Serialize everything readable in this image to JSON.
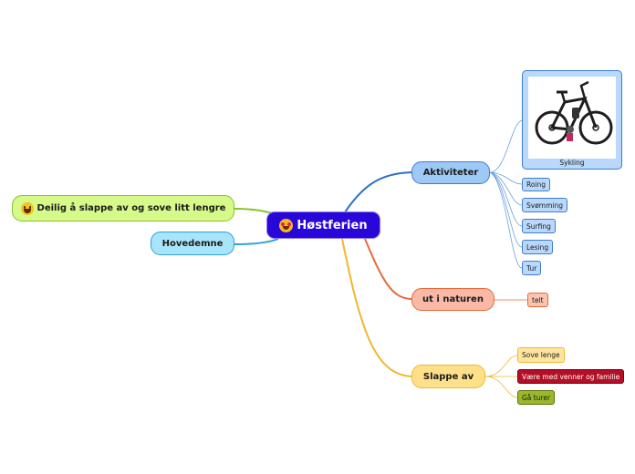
{
  "central": {
    "title": "Høstferien",
    "icon": "star-eyes-emoji-icon"
  },
  "branches": {
    "aktiviteter": {
      "label": "Aktiviteter",
      "color": "#3f7ccb",
      "image_caption": "Sykling",
      "image_icon": "bicycle-icon",
      "items": [
        "Roing",
        "Svømming",
        "Surfing",
        "Lesing",
        "Tur"
      ]
    },
    "natur": {
      "label": "ut i naturen",
      "color": "#e56a3d",
      "items": [
        "telt"
      ]
    },
    "slappe": {
      "label": "Slappe av",
      "color": "#f0b72e",
      "items": [
        "Sove lenge",
        "Være med venner og familie",
        "Gå turer"
      ]
    },
    "hovedemne": {
      "label": "Hovedemne",
      "color": "#2aa0d8"
    },
    "relax": {
      "label": "Deilig å slappe av og sove litt lengre",
      "icon": "grinning-emoji-icon",
      "color": "#86c424"
    }
  }
}
